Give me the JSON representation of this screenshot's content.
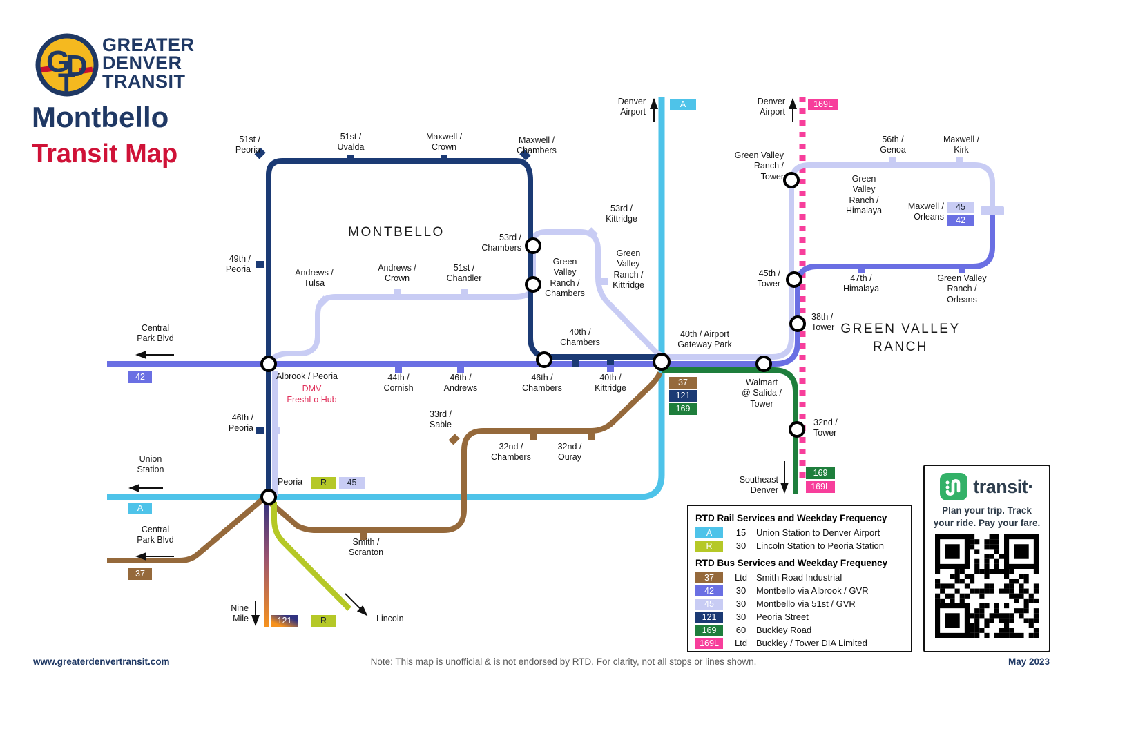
{
  "colors": {
    "navy": "#1B3A74",
    "periwinkle": "#6A6FE3",
    "lavender": "#C8CCF4",
    "cyan": "#4EC3E9",
    "green": "#1E7E3C",
    "pink": "#F73E9B",
    "brown": "#95693B",
    "lime": "#B5C827",
    "orange": "#F6921E",
    "title_navy": "#1F3864",
    "title_red": "#CF1237",
    "transit_green": "#33B168"
  },
  "header": {
    "monogram": "GDT",
    "brand_name": "GREATER\nDENVER\nTRANSIT",
    "title": "Montbello",
    "subtitle": "Transit Map"
  },
  "routes": {
    "a": "A",
    "r": "R",
    "n37": "37",
    "n42": "42",
    "n45": "45",
    "n121": "121",
    "n169": "169",
    "n169l": "169L"
  },
  "map": {
    "areas": {
      "montbello": "MONTBELLO",
      "green_valley_ranch": "GREEN VALLEY\nRANCH"
    },
    "labels": {
      "denver_airport_a": "Denver\nAirport",
      "denver_airport_169l": "Denver\nAirport",
      "s51_peoria": "51st /\nPeoria",
      "s51_uvalda": "51st /\nUvalda",
      "maxwell_crown": "Maxwell /\nCrown",
      "maxwell_chambers": "Maxwell /\nChambers",
      "s53_chambers": "53rd /\nChambers",
      "s53_kittridge": "53rd /\nKittridge",
      "gvr_chambers": "Green\nValley\nRanch /\nChambers",
      "gvr_kittridge": "Green\nValley\nRanch /\nKittridge",
      "andrews_tulsa": "Andrews /\nTulsa",
      "andrews_crown": "Andrews /\nCrown",
      "s51_chandler": "51st /\nChandler",
      "s49_peoria": "49th /\nPeoria",
      "central_park_blvd_upper": "Central\nPark Blvd",
      "albrook_peoria": "Albrook / Peoria",
      "dmv": "DMV",
      "freshlo_hub": "FreshLo Hub",
      "s44_cornish": "44th /\nCornish",
      "s46_andrews": "46th /\nAndrews",
      "s46_chambers": "46th /\nChambers",
      "s40_chambers": "40th /\nChambers",
      "s40_kittridge": "40th /\nKittridge",
      "airport_gateway_park": "40th / Airport\nGateway Park",
      "walmart_salida": "Walmart\n@ Salida /\nTower",
      "s45_tower": "45th /\nTower",
      "s38_tower": "38th /\nTower",
      "s32_tower": "32nd /\nTower",
      "southeast_denver": "Southeast\nDenver",
      "gvr_tower": "Green Valley\nRanch /\nTower",
      "s56_genoa": "56th /\nGenoa",
      "maxwell_kirk": "Maxwell /\nKirk",
      "gvr_himalaya": "Green\nValley\nRanch /\nHimalaya",
      "maxwell_orleans": "Maxwell /\nOrleans",
      "s47_himalaya": "47th /\nHimalaya",
      "gvr_orleans": "Green Valley\nRanch /\nOrleans",
      "s46_peoria": "46th /\nPeoria",
      "union_station": "Union\nStation",
      "peoria_station": "Peoria",
      "central_park_blvd_lower": "Central\nPark Blvd",
      "smith_scranton": "Smith /\nScranton",
      "s33_sable": "33rd /\nSable",
      "s32_chambers": "32nd /\nChambers",
      "s32_ouray": "32nd /\nOuray",
      "nine_mile": "Nine\nMile",
      "lincoln": "Lincoln"
    }
  },
  "legend": {
    "rail_title": "RTD Rail Services and Weekday Frequency",
    "bus_title": "RTD Bus Services and Weekday Frequency",
    "rail_rows": [
      {
        "route": "A",
        "freq": "15",
        "name": "Union Station to Denver Airport"
      },
      {
        "route": "R",
        "freq": "30",
        "name": "Lincoln Station to Peoria Station"
      }
    ],
    "bus_rows": [
      {
        "route": "37",
        "freq": "Ltd",
        "name": "Smith Road Industrial"
      },
      {
        "route": "42",
        "freq": "30",
        "name": "Montbello via Albrook / GVR"
      },
      {
        "route": "45",
        "freq": "30",
        "name": "Montbello via 51st / GVR"
      },
      {
        "route": "121",
        "freq": "30",
        "name": "Peoria Street"
      },
      {
        "route": "169",
        "freq": "60",
        "name": "Buckley Road"
      },
      {
        "route": "169L",
        "freq": "Ltd",
        "name": "Buckley / Tower DIA Limited"
      }
    ]
  },
  "transit_box": {
    "brand": "transit·",
    "tagline": "Plan your trip. Track\nyour ride. Pay your fare."
  },
  "footer": {
    "website": "www.greaterdenvertransit.com",
    "note": "Note: This map is unofficial & is not endorsed by RTD. For clarity, not all stops or lines shown.",
    "date": "May 2023"
  }
}
